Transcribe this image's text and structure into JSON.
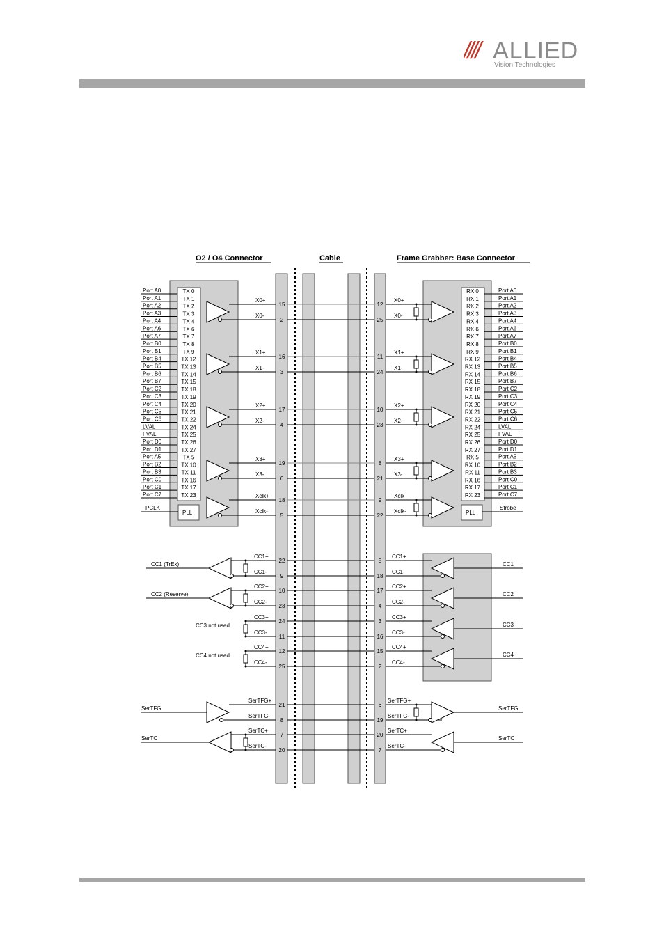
{
  "logo": {
    "brand": "ALLIED",
    "tagline": "Vision Technologies",
    "slashes": "////"
  },
  "headers": {
    "left": "O2 / O4 Connector",
    "middle": "Cable",
    "right": "Frame Grabber: Base Connector"
  },
  "tx_labels": [
    "TX 0",
    "TX 1",
    "TX 2",
    "TX 3",
    "TX 4",
    "TX 6",
    "TX 7",
    "TX 8",
    "TX 9",
    "TX 12",
    "TX 13",
    "TX 14",
    "TX 15",
    "TX 18",
    "TX 19",
    "TX 20",
    "TX 21",
    "TX 22",
    "TX 24",
    "TX 25",
    "TX 26",
    "TX 27",
    "TX 5",
    "TX 10",
    "TX 11",
    "TX 16",
    "TX 17",
    "TX 23"
  ],
  "rx_labels": [
    "RX 0",
    "RX 1",
    "RX 2",
    "RX 3",
    "RX 4",
    "RX 6",
    "RX 7",
    "RX 8",
    "RX 9",
    "RX 12",
    "RX 13",
    "RX 14",
    "RX 15",
    "RX 18",
    "RX 19",
    "RX 20",
    "RX 21",
    "RX 22",
    "RX 24",
    "RX 25",
    "RX 26",
    "RX 27",
    "RX 5",
    "RX 10",
    "RX 11",
    "RX 16",
    "RX 17",
    "RX 23"
  ],
  "port_labels": [
    "Port A0",
    "Port A1",
    "Port A2",
    "Port A3",
    "Port A4",
    "Port A6",
    "Port A7",
    "Port B0",
    "Port B1",
    "Port B4",
    "Port B5",
    "Port B6",
    "Port B7",
    "Port C2",
    "Port C3",
    "Port C4",
    "Port C5",
    "Port C6",
    "LVAL",
    "FVAL",
    "Port D0",
    "Port D1",
    "Port A5",
    "Port B2",
    "Port B3",
    "Port C0",
    "Port C1",
    "Port C7"
  ],
  "pll": "PLL",
  "pclk": "PCLK",
  "strobe": "Strobe",
  "data_pairs": [
    {
      "plus": "X0+",
      "minus": "X0-",
      "left_pins": [
        "15",
        "2"
      ],
      "right_pins": [
        "12",
        "25"
      ]
    },
    {
      "plus": "X1+",
      "minus": "X1-",
      "left_pins": [
        "16",
        "3"
      ],
      "right_pins": [
        "11",
        "24"
      ]
    },
    {
      "plus": "X2+",
      "minus": "X2-",
      "left_pins": [
        "17",
        "4"
      ],
      "right_pins": [
        "10",
        "23"
      ]
    },
    {
      "plus": "X3+",
      "minus": "X3-",
      "left_pins": [
        "19",
        "6"
      ],
      "right_pins": [
        "8",
        "21"
      ]
    },
    {
      "plus": "Xclk+",
      "minus": "Xclk-",
      "left_pins": [
        "18",
        "5"
      ],
      "right_pins": [
        "9",
        "22"
      ]
    }
  ],
  "cc_pairs": [
    {
      "plus": "CC1+",
      "minus": "CC1-",
      "left_pins": [
        "22",
        "9"
      ],
      "right_pins": [
        "5",
        "18"
      ],
      "left_label": "CC1 (TrEx)",
      "right_label": "CC1"
    },
    {
      "plus": "CC2+",
      "minus": "CC2-",
      "left_pins": [
        "10",
        "23"
      ],
      "right_pins": [
        "17",
        "4"
      ],
      "left_label": "CC2 (Reserve)",
      "right_label": "CC2"
    },
    {
      "plus": "CC3+",
      "minus": "CC3-",
      "left_pins": [
        "24",
        "11"
      ],
      "right_pins": [
        "3",
        "16"
      ],
      "left_label": "CC3 not used",
      "right_label": "CC3"
    },
    {
      "plus": "CC4+",
      "minus": "CC4-",
      "left_pins": [
        "12",
        "25"
      ],
      "right_pins": [
        "15",
        "2"
      ],
      "left_label": "CC4 not used",
      "right_label": "CC4"
    }
  ],
  "ser_pairs": [
    {
      "plus": "SerTFG+",
      "minus": "SerTFG-",
      "left_pins": [
        "21",
        "8"
      ],
      "right_pins": [
        "6",
        "19"
      ],
      "left_label": "SerTFG",
      "right_label": "SerTFG"
    },
    {
      "plus": "SerTC+",
      "minus": "SerTC-",
      "left_pins": [
        "7",
        "20"
      ],
      "right_pins": [
        "20",
        "7"
      ],
      "left_label": "SerTC",
      "right_label": "SerTC"
    }
  ],
  "colors": {
    "bar": "#a6a6a6",
    "box": "#d0d0d0",
    "brand_red": "#c0392b",
    "brand_gray": "#8a8a8a"
  }
}
